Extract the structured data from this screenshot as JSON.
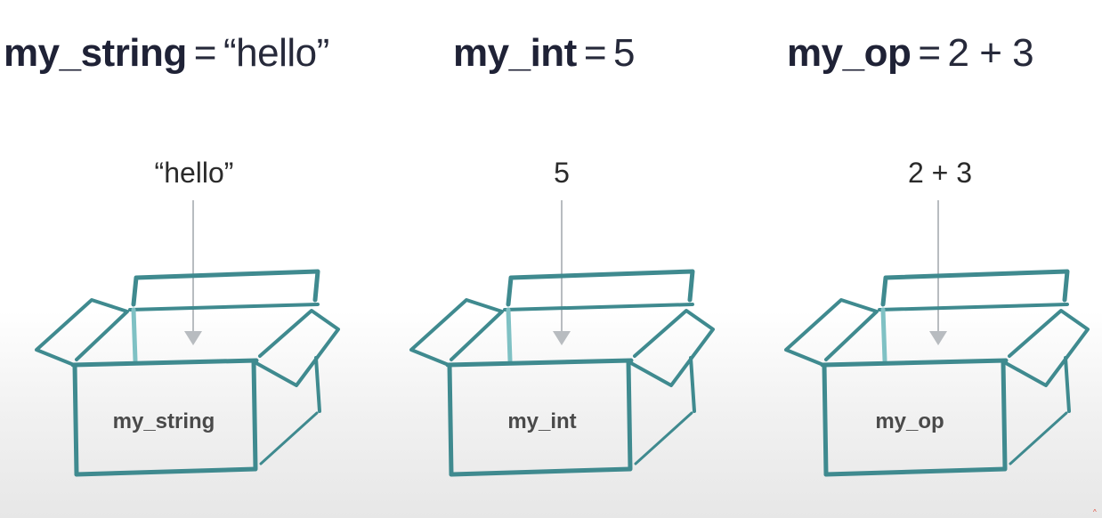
{
  "panels": [
    {
      "statement": {
        "name": "my_string",
        "operator": "=",
        "value": "“hello”"
      },
      "incoming_value": "“hello”",
      "box_label": "my_string"
    },
    {
      "statement": {
        "name": "my_int",
        "operator": "=",
        "value": "5"
      },
      "incoming_value": "5",
      "box_label": "my_int"
    },
    {
      "statement": {
        "name": "my_op",
        "operator": "=",
        "value": "2 + 3"
      },
      "incoming_value": "2 + 3",
      "box_label": "my_op"
    }
  ],
  "colors": {
    "box_stroke": "#3f8a8f",
    "box_inner_stroke": "#7fc1c4",
    "arrow": "#b8bcc0",
    "text_dark": "#1f2236",
    "page_fade": "#e7e7e7"
  },
  "icons": {
    "box": "open-cardboard-box-icon",
    "arrow": "down-arrow-icon"
  }
}
